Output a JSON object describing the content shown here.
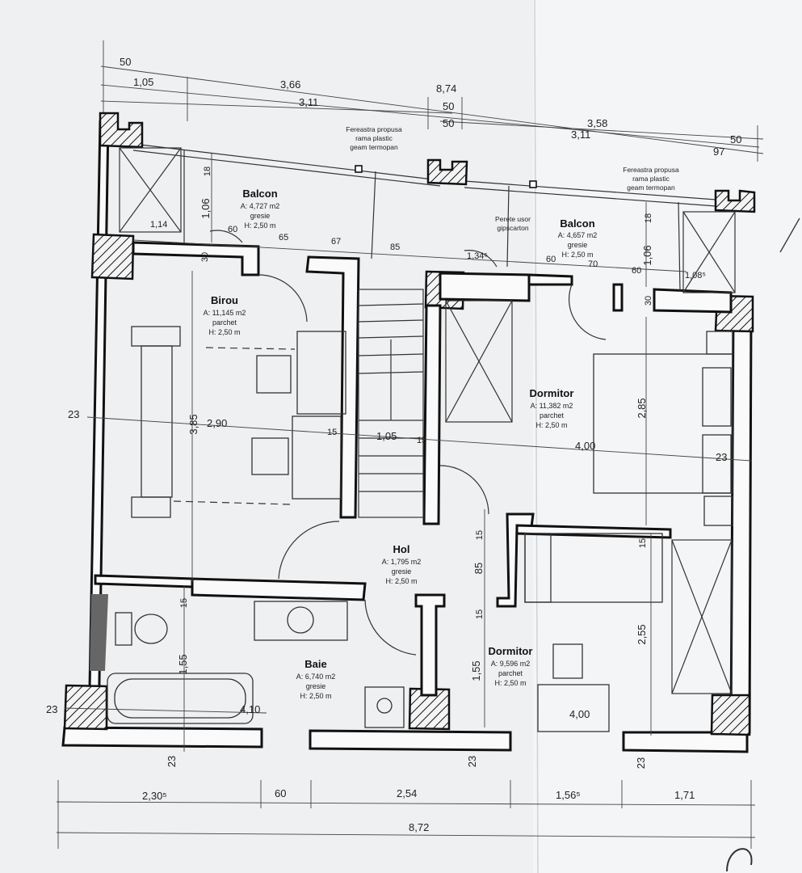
{
  "rooms": {
    "balcon_left": {
      "name": "Balcon",
      "area": "A: 4,727 m2",
      "finish": "gresie",
      "height": "H: 2,50 m"
    },
    "birou": {
      "name": "Birou",
      "area": "A: 11,145 m2",
      "finish": "parchet",
      "height": "H: 2,50 m"
    },
    "balcon_right": {
      "name": "Balcon",
      "area": "A: 4,657 m2",
      "finish": "gresie",
      "height": "H: 2,50 m"
    },
    "dormitor_1": {
      "name": "Dormitor",
      "area": "A: 11,382 m2",
      "finish": "parchet",
      "height": "H: 2,50 m"
    },
    "hol": {
      "name": "Hol",
      "area": "A: 1,795 m2",
      "finish": "gresie",
      "height": "H: 2,50 m"
    },
    "baie": {
      "name": "Baie",
      "area": "A: 6,740 m2",
      "finish": "gresie",
      "height": "H: 2,50 m"
    },
    "dormitor_2": {
      "name": "Dormitor",
      "area": "A: 9,596 m2",
      "finish": "parchet",
      "height": "H: 2,50 m"
    }
  },
  "notes": {
    "window_left": [
      "Fereastra propusa",
      "rama plastic",
      "geam termopan"
    ],
    "window_right": [
      "Fereastra propusa",
      "rama plastic",
      "geam termopan"
    ],
    "partition": [
      "Perete usor",
      "gipscarton"
    ]
  },
  "dims_top": {
    "d50a": "50",
    "d105": "1,05",
    "d366": "3,66",
    "d874": "8,74",
    "d311a": "3,11",
    "d50b": "50",
    "d50c": "50",
    "d358": "3,58",
    "d311b": "3,11",
    "d50d": "50",
    "d97": "97"
  },
  "dims_inner": {
    "d18a": "18",
    "d106a": "1,06",
    "d114": "1,14",
    "d60a": "60",
    "d65": "65",
    "d67": "67",
    "d85a": "85",
    "d1345": "1,34⁵",
    "d60b": "60",
    "d70": "70",
    "d60c": "60",
    "d18b": "18",
    "d106b": "1,06",
    "d1085": "1,08⁵",
    "d30a": "30",
    "d30b": "30",
    "d23a": "23",
    "d385": "3,85",
    "d290": "2,90",
    "d15a": "15",
    "d105b": "1,05",
    "d15b": "15",
    "d285": "2,85",
    "d400a": "4,00",
    "d23b": "23",
    "d15c": "15",
    "d85b": "85",
    "d15d": "15",
    "d15e": "15",
    "d255": "2,55",
    "d15f": "15",
    "d155a": "1,55",
    "d155b": "1,55",
    "d23c": "23",
    "d410": "4,10",
    "d400b": "4,00"
  },
  "dims_bottom": {
    "d23d": "23",
    "d23e": "23",
    "d23f": "23",
    "d2305": "2,30⁵",
    "d60d": "60",
    "d254": "2,54",
    "d1565": "1,56⁵",
    "d171": "1,71",
    "d872": "8,72"
  }
}
